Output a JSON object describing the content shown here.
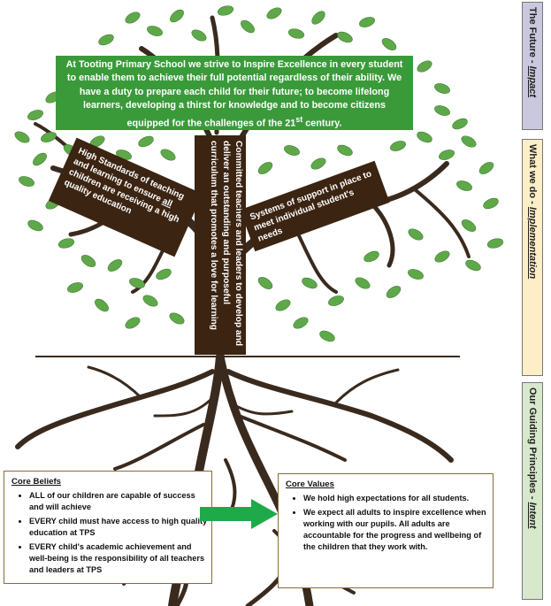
{
  "banner": {
    "text": "At Tooting Primary School we strive to Inspire Excellence in every student to enable them to achieve their full potential regardless of their ability. We have a duty to prepare each child for their future; to become lifelong learners, developing a thirst for knowledge and to become citizens equipped for the challenges of the 21",
    "superscript": "st",
    "suffix": " century."
  },
  "branches": {
    "left_pre": "High Standards of teaching and learning to ensure ",
    "left_underlined": "all",
    "left_post": " children are receiving a high quality education",
    "trunk": "Committed teachers and leaders to develop and deliver an outstanding and purposeful curriculum that promotes a love for learning",
    "right": "Systems of support in place to meet individual student's needs"
  },
  "tabs": {
    "impact_label": "The Future  -  ",
    "impact_em": "Impact",
    "implementation_label": "What we do  -  ",
    "implementation_em": "Implementation",
    "intent_label": "Our Guiding Principles  -  ",
    "intent_em": "Intent"
  },
  "core_beliefs": {
    "title": "Core Beliefs",
    "items": [
      "ALL of our children are capable of success and will achieve",
      "EVERY child must have access to high quality education at TPS",
      "EVERY child's academic achievement and well-being is the responsibility of all teachers and leaders at TPS"
    ]
  },
  "core_values": {
    "title": "Core Values",
    "items": [
      "We hold high expectations for all students.",
      "We expect all adults to inspire excellence when working with our pupils. All adults are accountable for the progress and wellbeing of the children that they work with."
    ]
  },
  "colors": {
    "banner_green": "#3a9a3a",
    "leaf_green": "#5fa84a",
    "bark_brown": "#3b2412",
    "arrow_green": "#1faa4a"
  }
}
